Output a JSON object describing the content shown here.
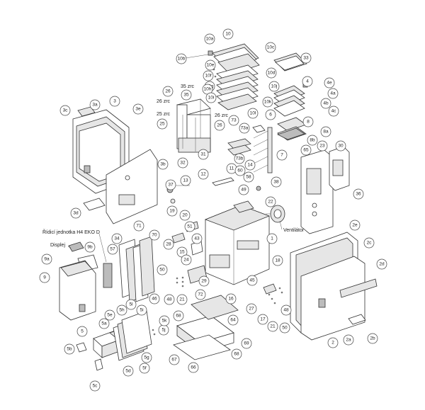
{
  "diagram": {
    "labels": {
      "control_unit": "Řídicí jednotka H4 EKO D",
      "display": "Displej",
      "fan": "Ventilátor",
      "zrc_35": "35 zrc",
      "zrc_26_left": "26 zrc",
      "zrc_25": "25 zrc",
      "zrc_26_right": "26 zrc"
    },
    "callouts": {
      "c10": "10",
      "c10a": "10a",
      "c10b": "10b",
      "c10c": "10c",
      "c10d": "10d",
      "c10e": "10e",
      "c10f": "10f",
      "c10g": "10g",
      "c10h": "10h",
      "c10i": "10i",
      "c10j": "10j",
      "c10k": "10k",
      "c10l": "10l",
      "c33": "33",
      "c4": "4",
      "c4e": "4e",
      "c4a": "4a",
      "c4b": "4b",
      "c4c": "4c",
      "c8": "8",
      "c8a": "8a",
      "c8b": "8b",
      "c3c": "3c",
      "c3a": "3a",
      "c3": "3",
      "c3e": "3e",
      "c3b": "3b",
      "c3d": "3d",
      "c26": "26",
      "c35": "35",
      "c25": "25",
      "c26b": "26",
      "c31": "31",
      "c32": "32",
      "c73": "73",
      "c73a": "73a",
      "c6": "6",
      "c7": "7",
      "c73b": "73b",
      "c11": "11",
      "c14": "14",
      "c60": "60",
      "c58": "58",
      "c12": "12",
      "c49": "49",
      "c38": "38",
      "c37": "37",
      "c13": "13",
      "c19": "19",
      "c20": "20",
      "c22": "22",
      "c65": "65",
      "c23": "23",
      "c30": "30",
      "c36": "36",
      "c51": "51",
      "c28": "28",
      "c43": "43",
      "c1": "1",
      "c2e": "2e",
      "c2c": "2c",
      "c2d": "2d",
      "c2": "2",
      "c2a": "2a",
      "c2b": "2b",
      "c9b": "9b",
      "c9a": "9a",
      "c9": "9",
      "c34": "34",
      "c57": "57",
      "c71": "71",
      "c70": "70",
      "c46": "46",
      "c15": "15",
      "c24": "24",
      "c29": "29",
      "c50": "50",
      "c21": "21",
      "c48": "48",
      "c45": "45",
      "c18": "18",
      "c16": "16",
      "c27": "27",
      "c17": "17",
      "c21b": "21",
      "c50b": "50",
      "c48b": "48",
      "c72": "72",
      "c64": "64",
      "c68": "68",
      "c69": "69",
      "c67": "67",
      "c66": "66",
      "c68b": "68",
      "c5": "5",
      "c5a": "5a",
      "c5e": "5e",
      "c5h": "5h",
      "c5i": "5i",
      "c5j": "5j",
      "c5k": "5k",
      "c5l": "5l",
      "c5g": "5g",
      "c5f": "5f",
      "c5d": "5d",
      "c5b": "5b",
      "c5c": "5c"
    }
  }
}
